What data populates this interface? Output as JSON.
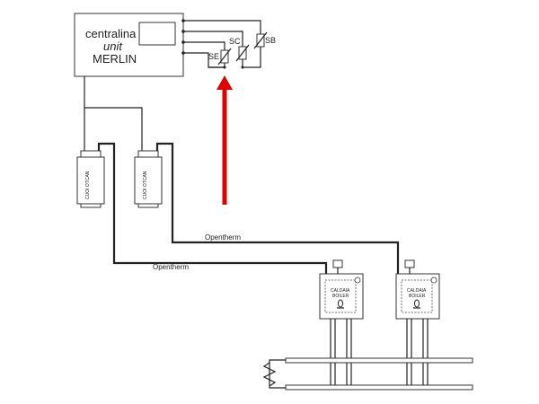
{
  "control_unit": {
    "line1": "centralina",
    "line2": "unit",
    "line3": "MERLIN"
  },
  "sensors": [
    {
      "label": "SE"
    },
    {
      "label": "SC"
    },
    {
      "label": "SB"
    }
  ],
  "interfaces": [
    {
      "label": "CUOI OTCAN"
    },
    {
      "label": "CUOI OTCAN"
    }
  ],
  "buses": [
    {
      "label": "Opentherm"
    },
    {
      "label": "Opentherm"
    }
  ],
  "boilers": [
    {
      "line1": "CALDAIA",
      "line2": "BOILER"
    },
    {
      "line1": "CALDAIA",
      "line2": "BOILER"
    }
  ],
  "colors": {
    "arrow": "#e00000",
    "lines": "#222222"
  }
}
